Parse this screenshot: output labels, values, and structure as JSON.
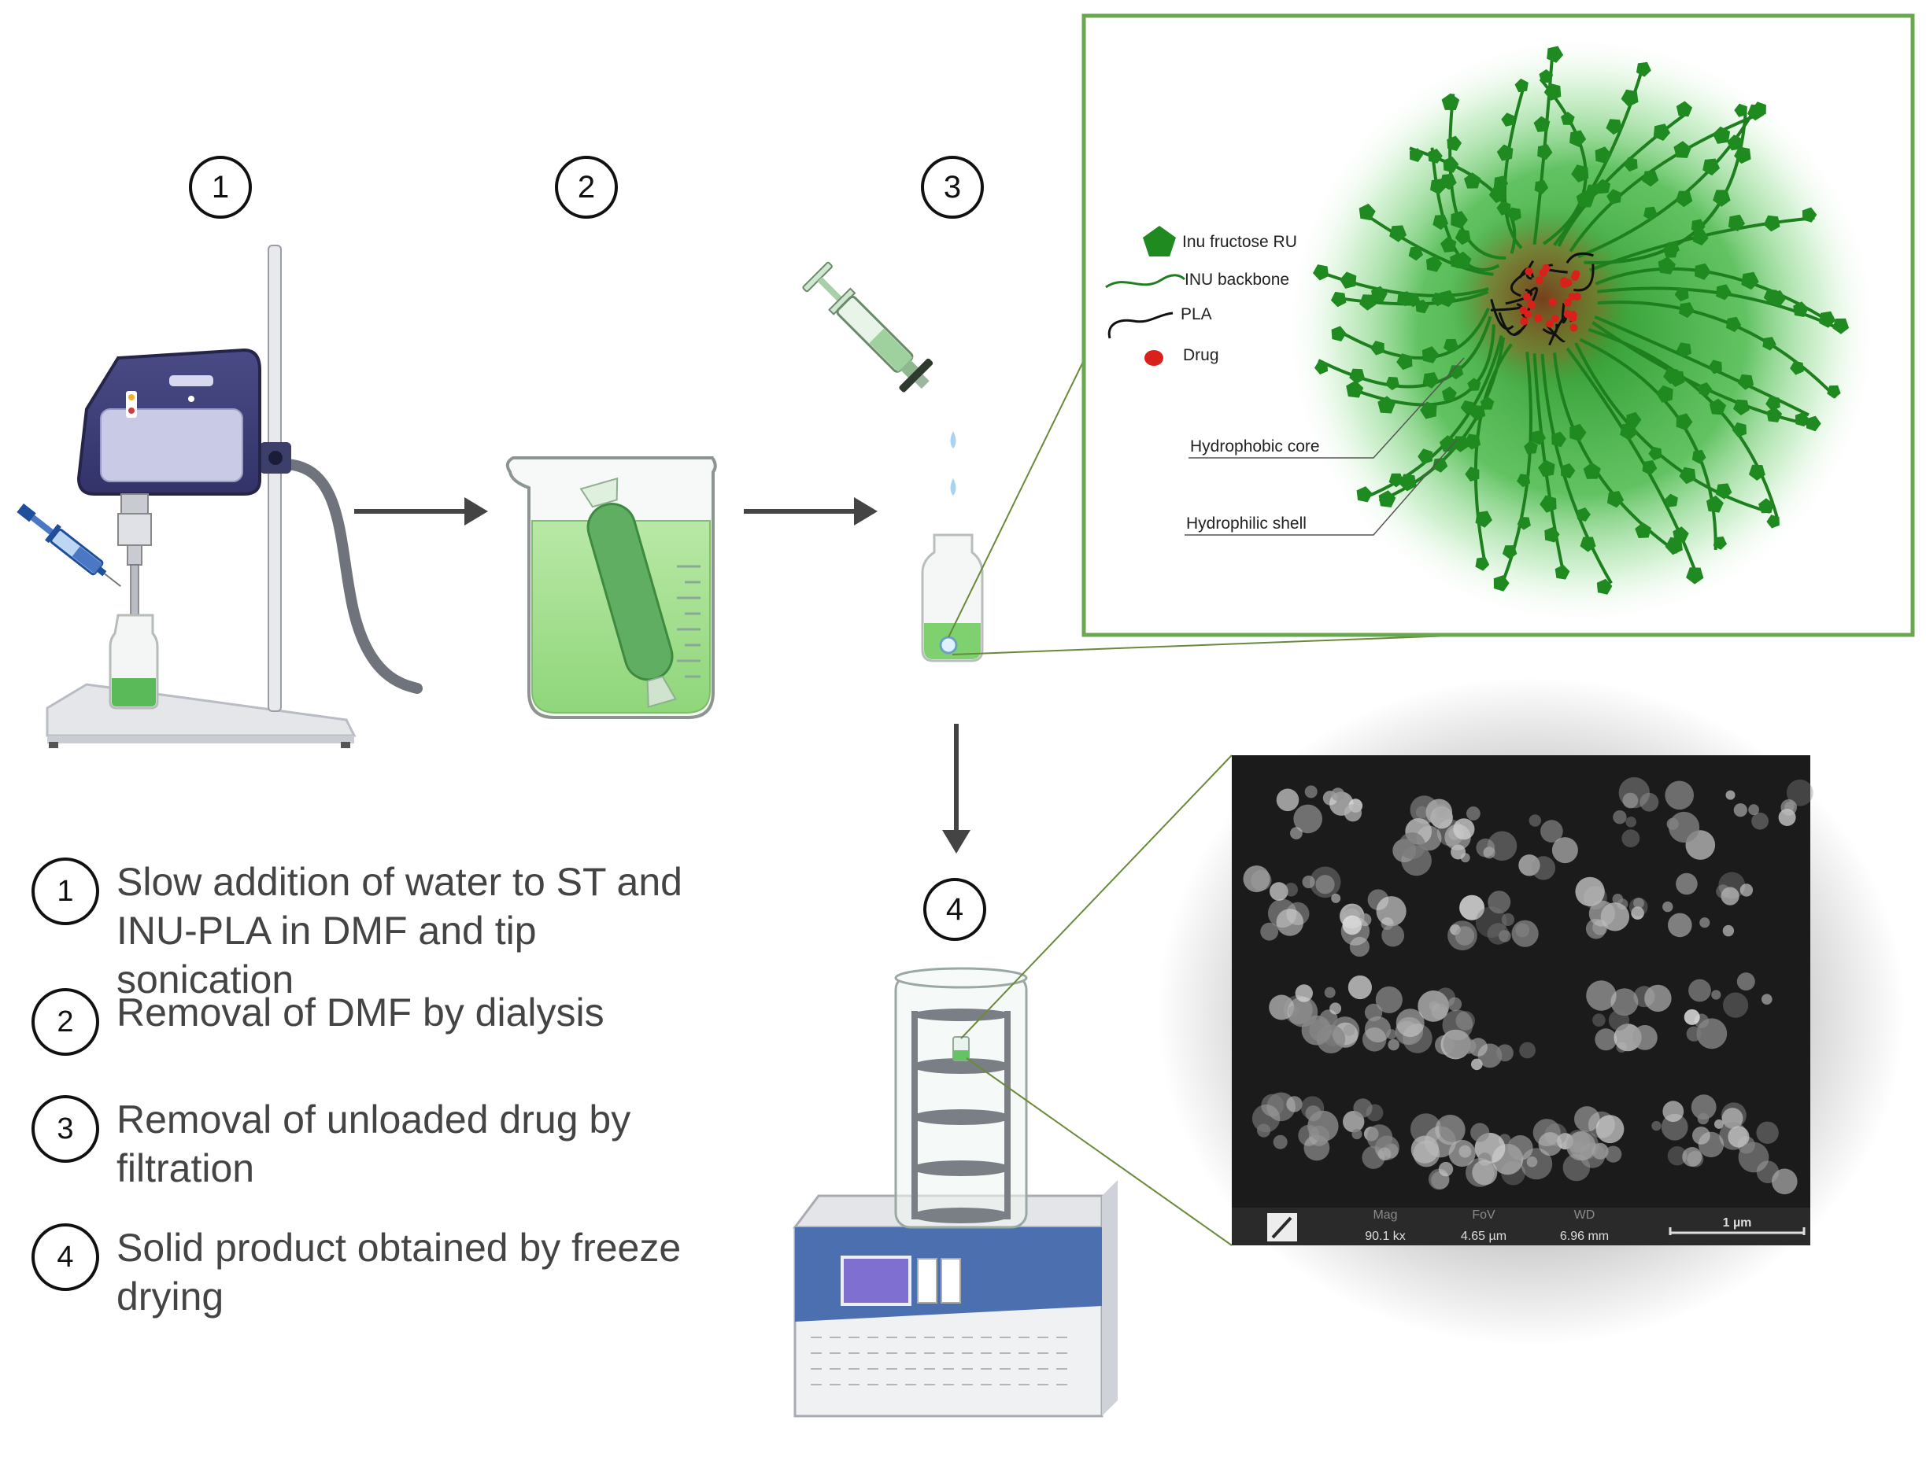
{
  "steps": {
    "s1": "1",
    "s2": "2",
    "s3": "3",
    "s4": "4"
  },
  "legend": [
    {
      "num": "1",
      "text": "Slow addition of water to ST and INU-PLA in DMF and tip sonication"
    },
    {
      "num": "2",
      "text": "Removal of DMF by dialysis"
    },
    {
      "num": "3",
      "text": "Removal of unloaded drug by filtration"
    },
    {
      "num": "4",
      "text": "Solid product obtained by freeze drying"
    }
  ],
  "micelle_key": {
    "fructose": "Inu fructose RU",
    "backbone": "INU backbone",
    "pla": "PLA",
    "drug": "Drug",
    "core": "Hydrophobic core",
    "shell": "Hydrophilic shell"
  },
  "sem": {
    "mag_label": "Mag",
    "mag_value": "90.1 kx",
    "fov_label": "FoV",
    "fov_value": "4.65 µm",
    "wd_label": "WD",
    "wd_value": "6.96 mm",
    "scale": "1 µm"
  },
  "colors": {
    "green_frame": "#6aa84f",
    "micelle_green": "#1f8a1f",
    "drug_red": "#d9201a",
    "liquid_green": "#8fd67a"
  }
}
